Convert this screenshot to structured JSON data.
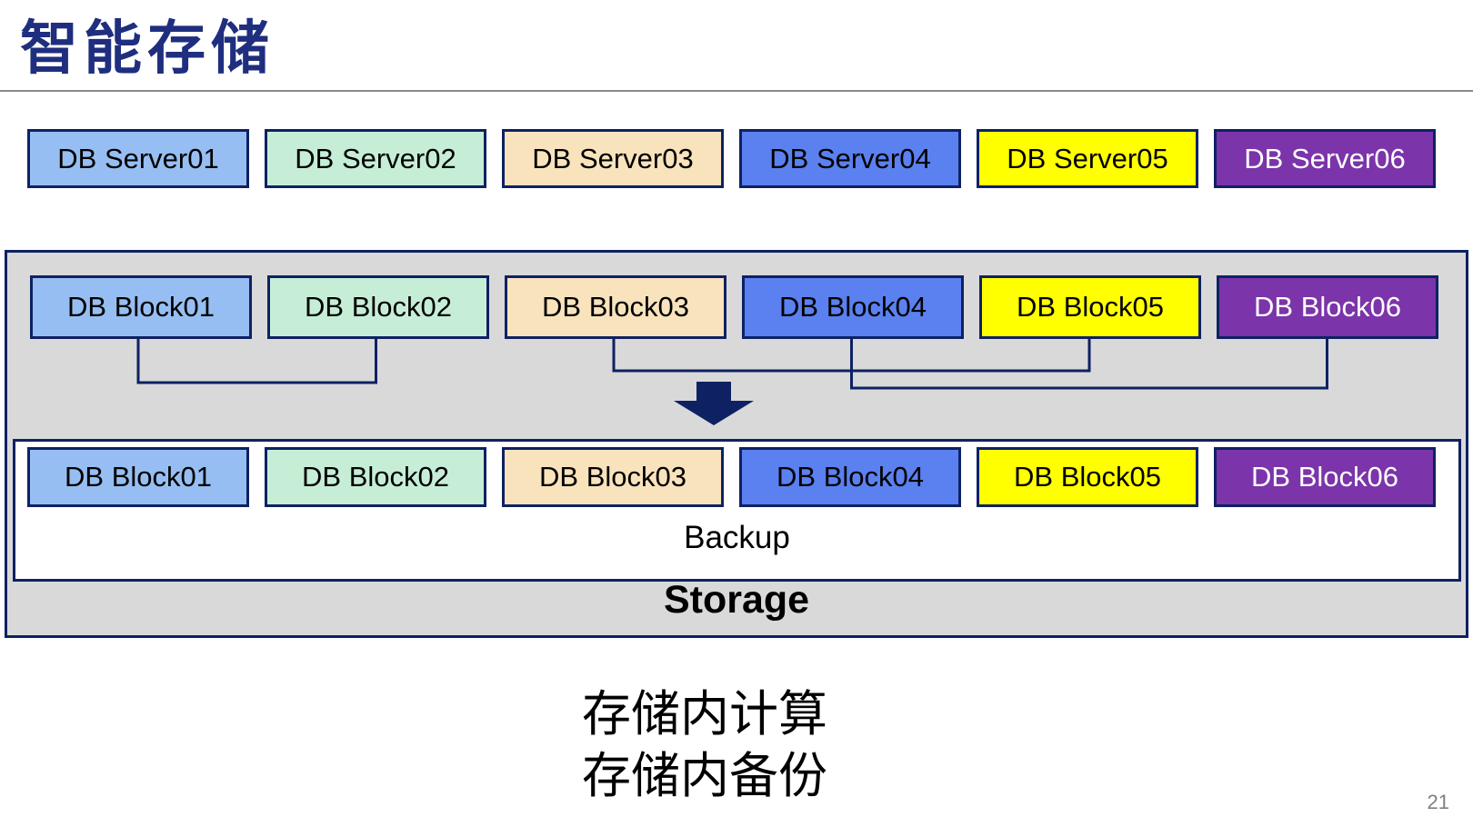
{
  "title": "智能存储",
  "servers": [
    {
      "label": "DB Server01",
      "fill": "#96BEF2",
      "text": "#000000"
    },
    {
      "label": "DB Server02",
      "fill": "#C6EED6",
      "text": "#000000"
    },
    {
      "label": "DB Server03",
      "fill": "#F8E3BC",
      "text": "#000000"
    },
    {
      "label": "DB Server04",
      "fill": "#5B80EF",
      "text": "#000000"
    },
    {
      "label": "DB Server05",
      "fill": "#FFFF00",
      "text": "#000000"
    },
    {
      "label": "DB Server06",
      "fill": "#7B34A9",
      "text": "#FFFFFF"
    }
  ],
  "storage_unit": {
    "blocks_top": [
      {
        "label": "DB Block01",
        "fill": "#96BEF2",
        "text": "#000000"
      },
      {
        "label": "DB Block02",
        "fill": "#C6EED6",
        "text": "#000000"
      },
      {
        "label": "DB Block03",
        "fill": "#F8E3BC",
        "text": "#000000"
      },
      {
        "label": "DB Block04",
        "fill": "#5B80EF",
        "text": "#000000"
      },
      {
        "label": "DB Block05",
        "fill": "#FFFF00",
        "text": "#000000"
      },
      {
        "label": "DB Block06",
        "fill": "#7B34A9",
        "text": "#FFFFFF"
      }
    ],
    "blocks_bottom": [
      {
        "label": "DB Block01",
        "fill": "#96BEF2",
        "text": "#000000"
      },
      {
        "label": "DB Block02",
        "fill": "#C6EED6",
        "text": "#000000"
      },
      {
        "label": "DB Block03",
        "fill": "#F8E3BC",
        "text": "#000000"
      },
      {
        "label": "DB Block04",
        "fill": "#5B80EF",
        "text": "#000000"
      },
      {
        "label": "DB Block05",
        "fill": "#FFFF00",
        "text": "#000000"
      },
      {
        "label": "DB Block06",
        "fill": "#7B34A9",
        "text": "#FFFFFF"
      }
    ],
    "backup_label": "Backup",
    "storage_label": "Storage"
  },
  "annotations": {
    "line1": "存储内计算",
    "line2": "存储内备份"
  },
  "page_number": "21",
  "theme": {
    "title_color": "#1F2E7E",
    "accent_navy": "#0E2163",
    "container_bg": "#D9D9D9",
    "rule_color": "#8A8A8A",
    "page_number_color": "#7F7F7F"
  }
}
